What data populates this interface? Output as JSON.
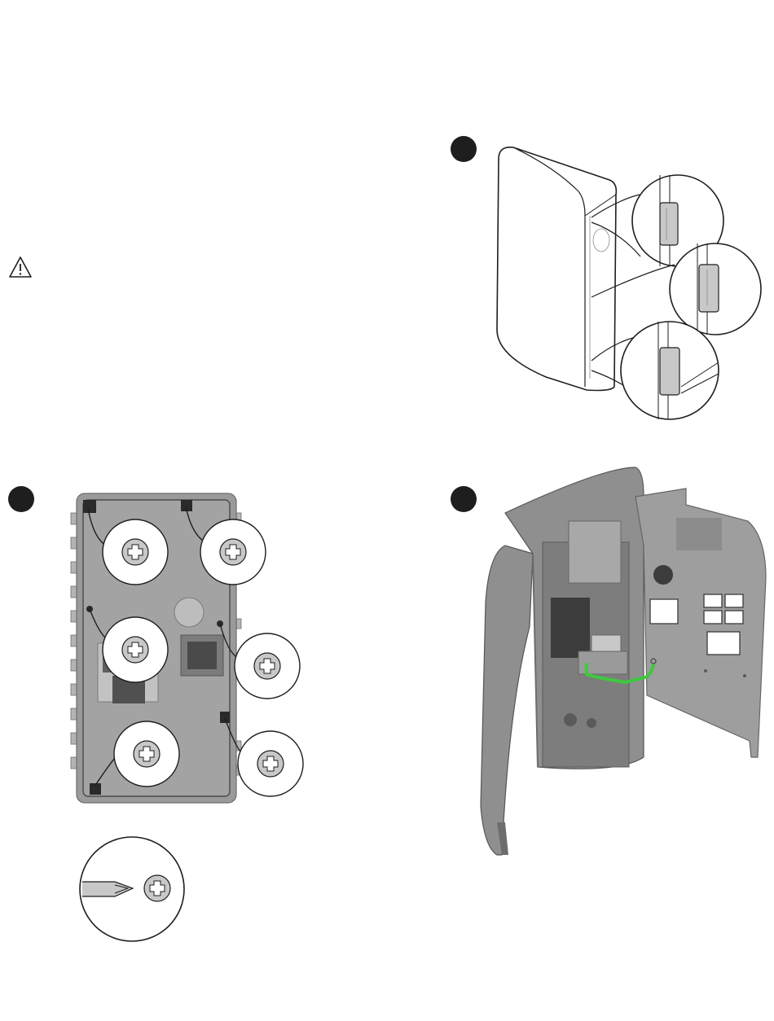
{
  "colors": {
    "ink": "#1e1e1e",
    "housing_gray": "#8f8f8f",
    "housing_light": "#b4b4b4",
    "housing_dark": "#6d6d6d",
    "ground_wire": "#3fc83f",
    "screw_fill": "#c8c8c8",
    "paper": "#ffffff"
  },
  "icons": {
    "warning": "warning-triangle-icon",
    "screw": "phillips-screw-icon",
    "screwdriver": "phillips-screwdriver-icon"
  },
  "steps": [
    {
      "id": "hinge-check",
      "marker": "filled-circle"
    },
    {
      "id": "unscrew-cover",
      "marker": "filled-circle"
    },
    {
      "id": "open-cover",
      "marker": "filled-circle"
    }
  ],
  "screw_callouts": 6,
  "hinge_callouts": 3
}
